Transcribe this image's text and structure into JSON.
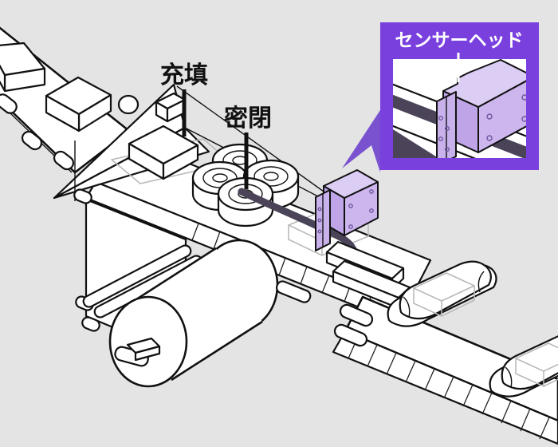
{
  "diagram": {
    "background_color": "#e4e4e4",
    "outline_color": "#111111",
    "ghost_color": "#b9b9b9",
    "film_strip_color": "#4b4459"
  },
  "labels": {
    "filling": "充填",
    "sealing": "密閉"
  },
  "callout": {
    "title": "センサーヘッド",
    "frame_color": "#7940de",
    "tail_color": "#7a52cf",
    "title_color": "#ffffff"
  },
  "sensor_head": {
    "top_color": "#dccdf5",
    "side_color": "#cdb6ee",
    "shade_color": "#bfa5e7",
    "fork_color": "#c9b2eb"
  }
}
